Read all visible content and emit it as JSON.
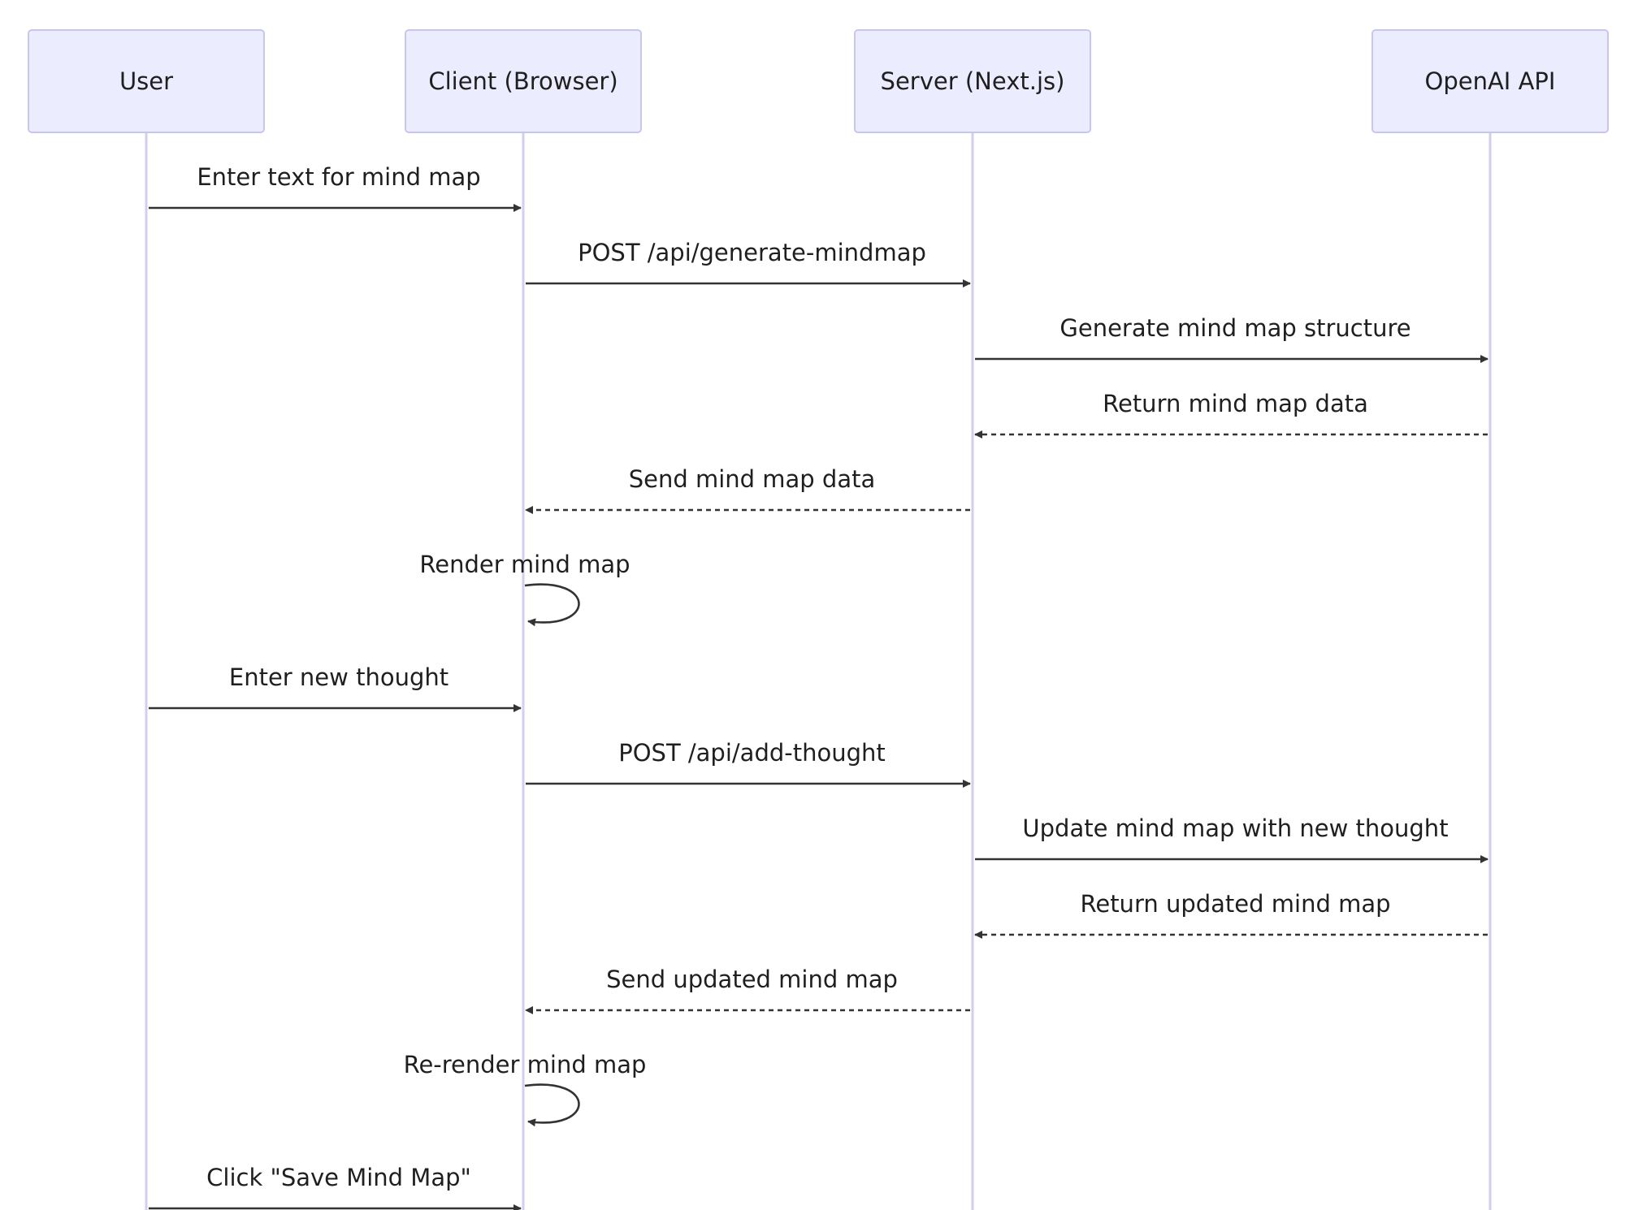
{
  "diagram": {
    "type": "sequence",
    "participants": [
      {
        "id": "user",
        "label": "User"
      },
      {
        "id": "client",
        "label": "Client (Browser)"
      },
      {
        "id": "server",
        "label": "Server (Next.js)"
      },
      {
        "id": "openai",
        "label": "OpenAI API"
      }
    ],
    "messages": [
      {
        "from": "user",
        "to": "client",
        "label": "Enter text for mind map",
        "style": "solid"
      },
      {
        "from": "client",
        "to": "server",
        "label": "POST /api/generate-mindmap",
        "style": "solid"
      },
      {
        "from": "server",
        "to": "openai",
        "label": "Generate mind map structure",
        "style": "solid"
      },
      {
        "from": "openai",
        "to": "server",
        "label": "Return mind map data",
        "style": "dashed"
      },
      {
        "from": "server",
        "to": "client",
        "label": "Send mind map data",
        "style": "dashed"
      },
      {
        "from": "client",
        "to": "client",
        "label": "Render mind map",
        "style": "solid"
      },
      {
        "from": "user",
        "to": "client",
        "label": "Enter new thought",
        "style": "solid"
      },
      {
        "from": "client",
        "to": "server",
        "label": "POST /api/add-thought",
        "style": "solid"
      },
      {
        "from": "server",
        "to": "openai",
        "label": "Update mind map with new thought",
        "style": "solid"
      },
      {
        "from": "openai",
        "to": "server",
        "label": "Return updated mind map",
        "style": "dashed"
      },
      {
        "from": "server",
        "to": "client",
        "label": "Send updated mind map",
        "style": "dashed"
      },
      {
        "from": "client",
        "to": "client",
        "label": "Re-render mind map",
        "style": "solid"
      },
      {
        "from": "user",
        "to": "client",
        "label": "Click \"Save Mind Map\"",
        "style": "solid"
      }
    ]
  }
}
